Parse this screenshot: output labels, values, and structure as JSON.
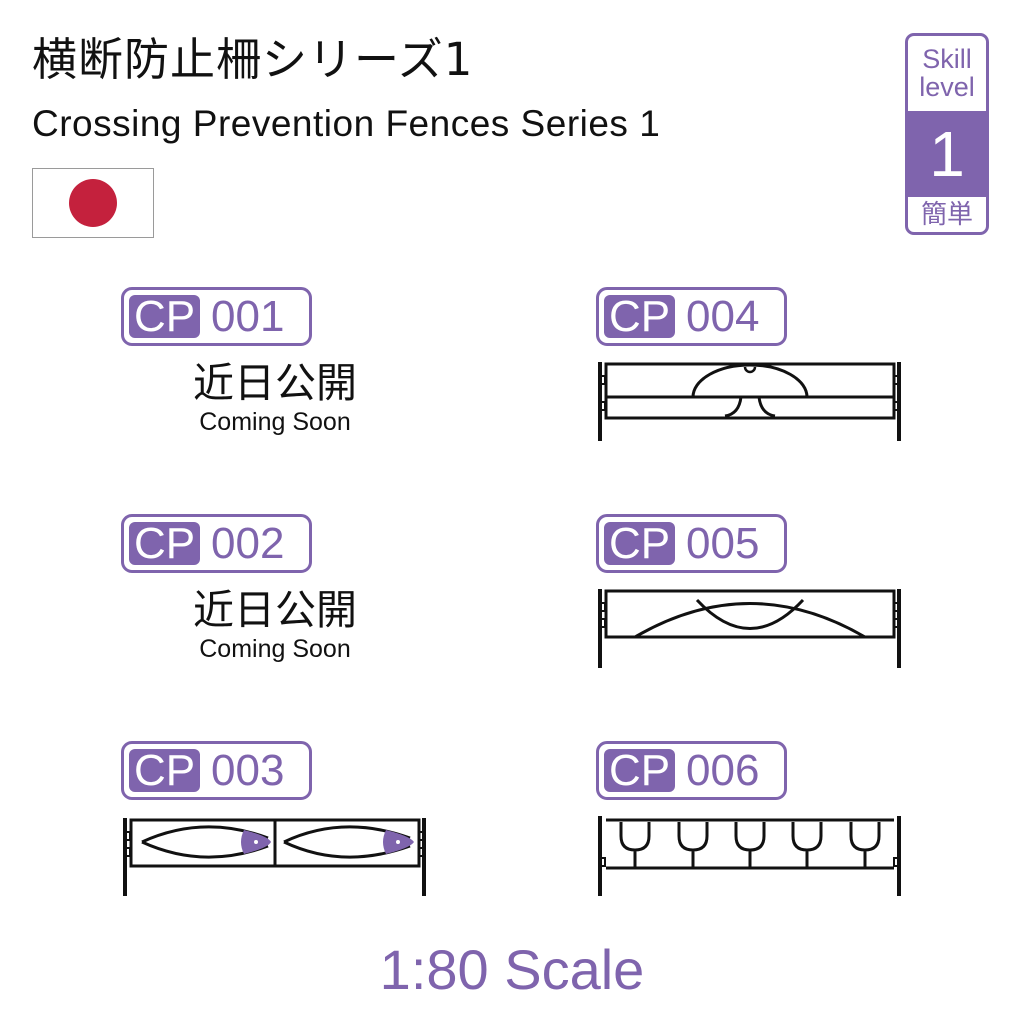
{
  "title": {
    "jp": "横断防止柵シリーズ1",
    "en": "Crossing Prevention Fences Series 1"
  },
  "flag": {
    "name": "japan-flag-icon"
  },
  "skill": {
    "line1": "Skill",
    "line2": "level",
    "number": "1",
    "difficulty": "簡単"
  },
  "products": [
    {
      "prefix": "CP",
      "number": "001",
      "status_jp": "近日公開",
      "status_en": "Coming Soon"
    },
    {
      "prefix": "CP",
      "number": "002",
      "status_jp": "近日公開",
      "status_en": "Coming Soon"
    },
    {
      "prefix": "CP",
      "number": "003",
      "fence": "fish-fence-icon"
    },
    {
      "prefix": "CP",
      "number": "004",
      "fence": "half-circle-fence-icon"
    },
    {
      "prefix": "CP",
      "number": "005",
      "fence": "arch-fence-icon"
    },
    {
      "prefix": "CP",
      "number": "006",
      "fence": "cup-fence-icon"
    }
  ],
  "scale": "1:80 Scale",
  "colors": {
    "accent": "#7f64ad",
    "flag_red": "#c4213d",
    "line": "#111111"
  }
}
